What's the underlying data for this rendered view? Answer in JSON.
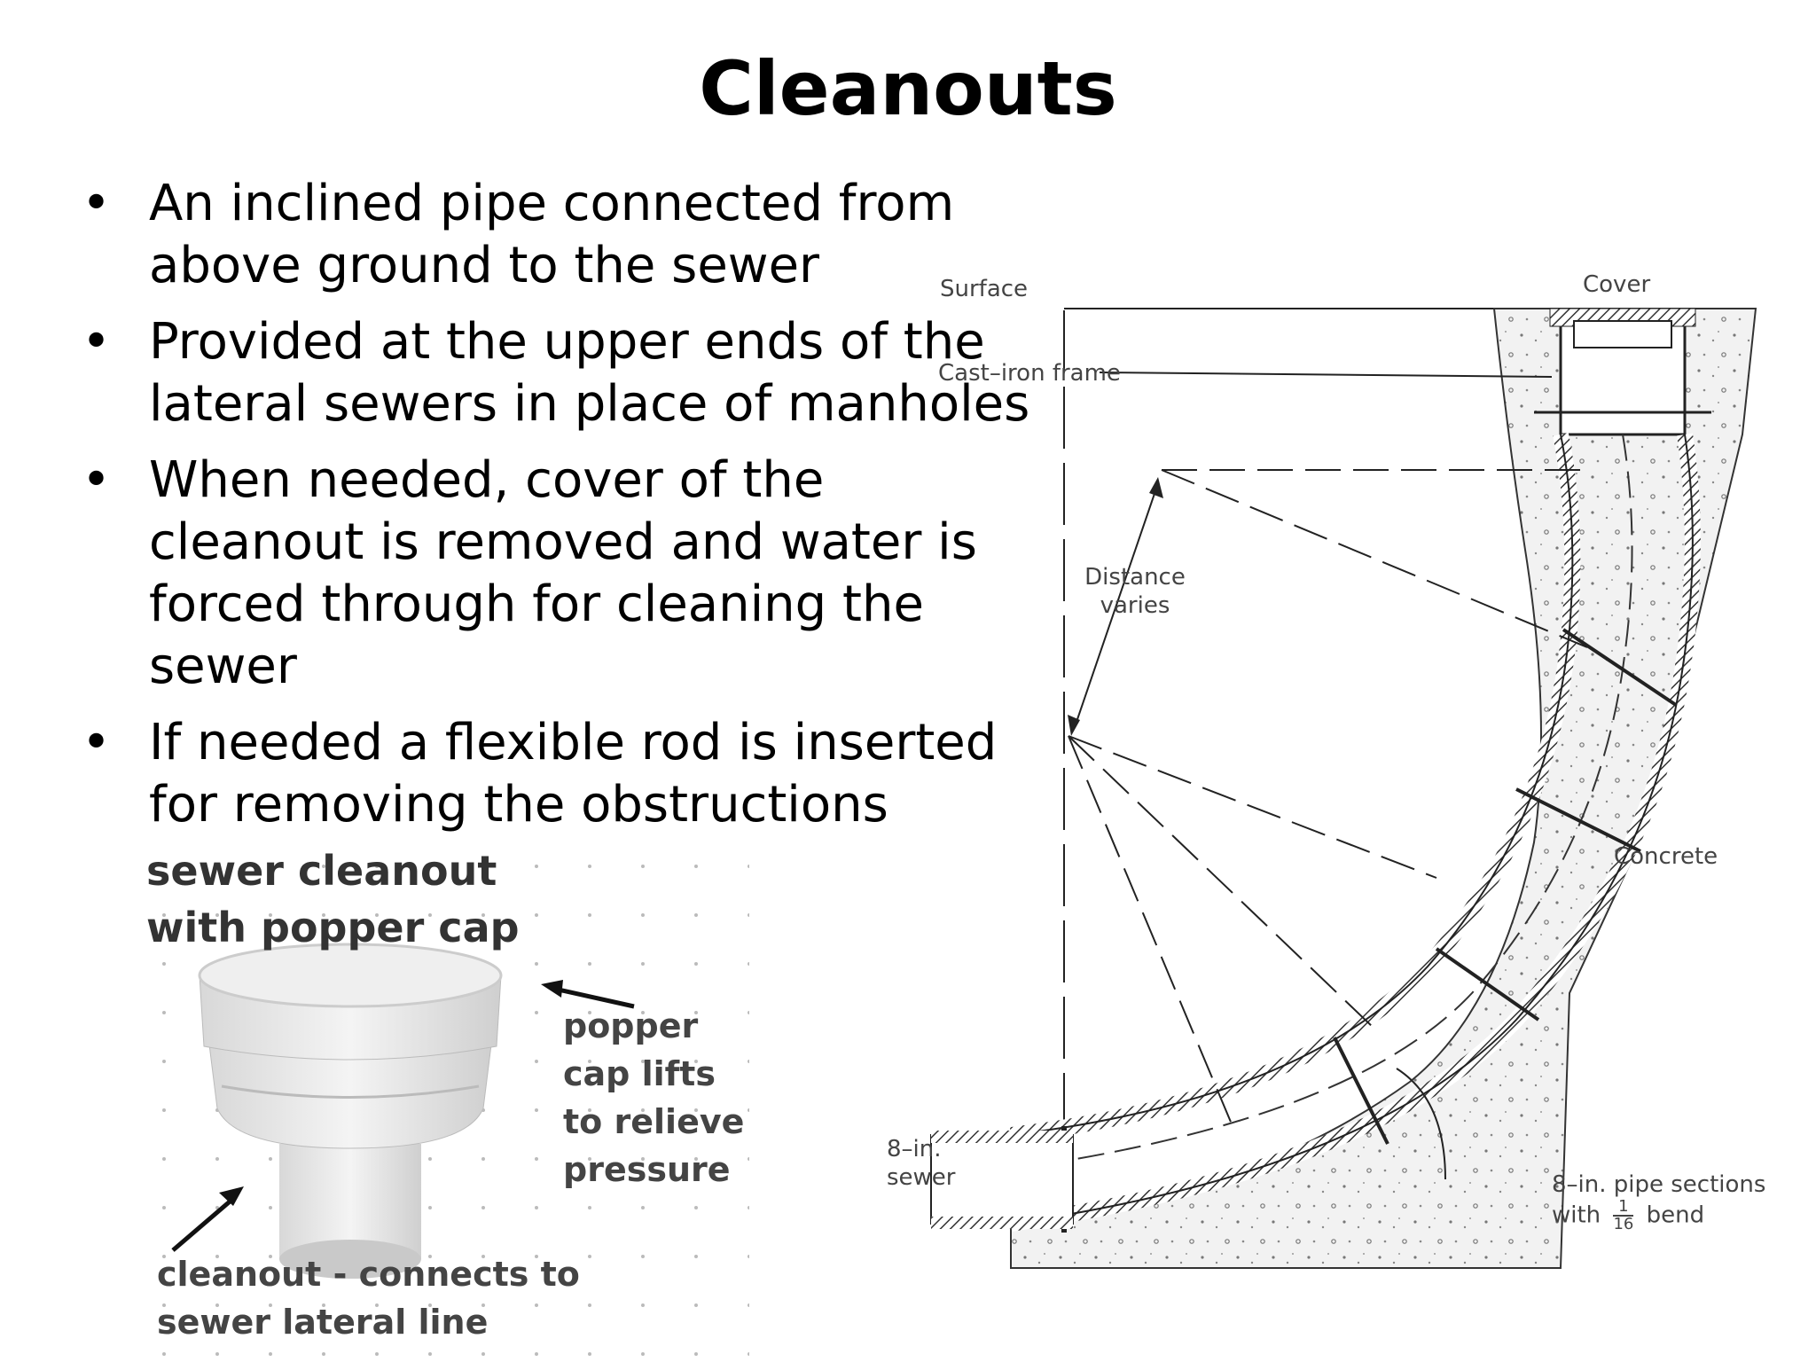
{
  "title": "Cleanouts",
  "bullets": [
    "An inclined pipe connected from above ground to the sewer",
    "Provided at the upper ends of the lateral sewers in place of manholes",
    "When needed, cover of the cleanout is removed and water is forced through for cleaning the sewer",
    "If needed a flexible rod is inserted for removing the obstructions"
  ],
  "photo": {
    "heading": "sewer cleanout with popper cap",
    "popper_label": "popper cap lifts to relieve pressure",
    "cleanout_label": "cleanout - connects to sewer lateral line"
  },
  "diagram": {
    "surface": "Surface",
    "cover": "Cover",
    "frame": "Cast–iron frame",
    "distance": "Distance varies",
    "concrete": "Concrete",
    "sewer": "8–in. sewer",
    "pipe_sections": "8–in. pipe sections with",
    "fraction_num": "1",
    "fraction_den": "16",
    "bend": "bend"
  }
}
